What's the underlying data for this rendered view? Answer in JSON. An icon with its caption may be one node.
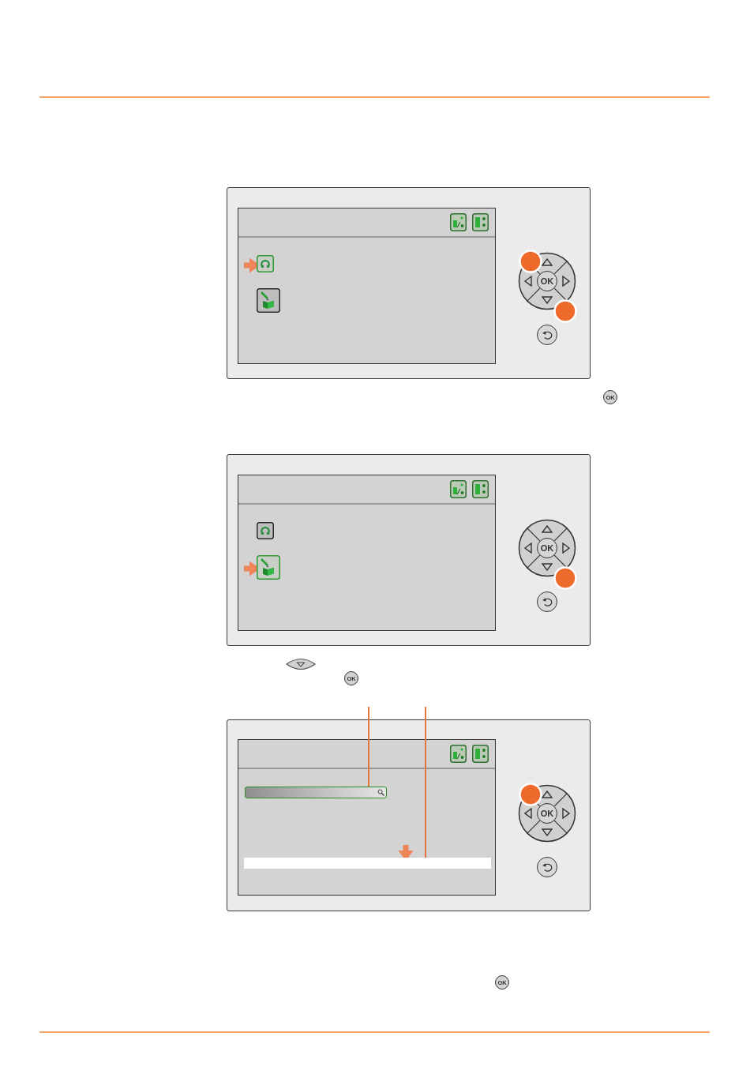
{
  "diagram": {
    "nodes": [
      {
        "text": [],
        "shape": "picture"
      },
      {
        "text": [],
        "shape": "picture"
      },
      {
        "text": [],
        "shape": "picture"
      },
      {
        "text": [],
        "shape": "picture"
      },
      {
        "text": [],
        "shape": "bar"
      },
      {
        "text": [],
        "shape": "bar"
      }
    ],
    "edges": [
      {
        "from": null,
        "to": 0,
        "arrow": "to"
      },
      {
        "from": null,
        "to": 3,
        "arrow": "to"
      },
      {
        "from": null,
        "to": 4,
        "arrow": "none"
      },
      {
        "from": null,
        "to": 5,
        "arrow": "none"
      },
      {
        "from": null,
        "to": 5,
        "arrow": "to"
      }
    ],
    "labels": [
      "OK",
      "OK",
      "OK",
      "OK",
      "OK",
      "OK"
    ]
  }
}
